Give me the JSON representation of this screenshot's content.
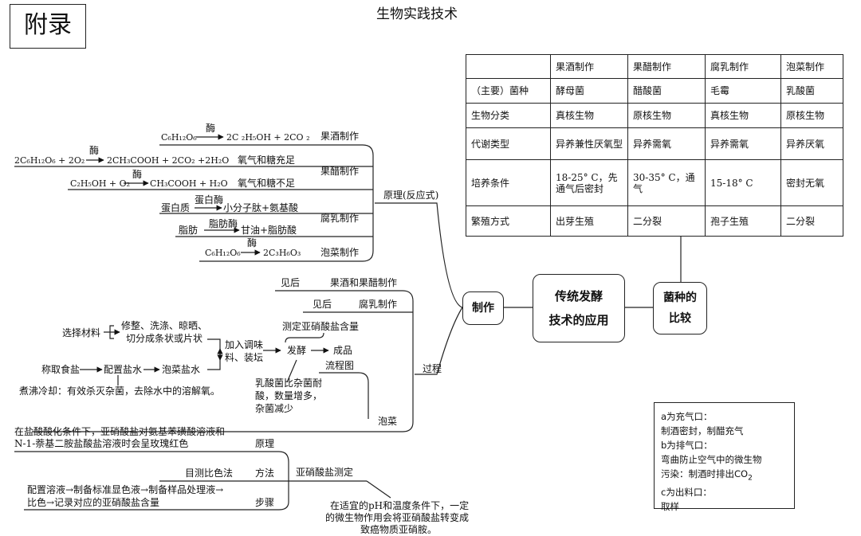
{
  "header": {
    "appendix_label": "附录",
    "title": "生物实践技术"
  },
  "nodes": {
    "center": [
      "传统发酵",
      "技术的应用"
    ],
    "making": "制作",
    "strain_compare": [
      "菌种的",
      "比较"
    ],
    "principle": "原理(反应式)",
    "process": "过程",
    "pickle": "泡菜",
    "nitrite_test": "亚硝酸盐测定"
  },
  "table": {
    "headers": [
      "",
      "果酒制作",
      "果醋制作",
      "腐乳制作",
      "泡菜制作"
    ],
    "rows": [
      [
        "（主要）菌种",
        "酵母菌",
        "醋酸菌",
        "毛霉",
        "乳酸菌"
      ],
      [
        "生物分类",
        "真核生物",
        "原核生物",
        "真核生物",
        "原核生物"
      ],
      [
        "代谢类型",
        "异养兼性厌氧型",
        "异养需氧",
        "异养需氧",
        "异养厌氧"
      ],
      [
        "培养条件",
        "18-25° C，先通气后密封",
        "30-35° C，通气",
        "15-18° C",
        "密封无氧"
      ],
      [
        "繁殖方式",
        "出芽生殖",
        "二分裂",
        "孢子生殖",
        "二分裂"
      ]
    ]
  },
  "reactions": {
    "r1": {
      "left": "C₆H₁₂O₆",
      "enzyme": "酶",
      "right": "2C ₂H₅OH + 2CO ₂",
      "label": "果酒制作"
    },
    "r2": {
      "left": "2C₆H₁₂O₆ + 2O₂",
      "enzyme": "酶",
      "right": "2CH₃COOH + 2CO₂ +2H₂O",
      "cond": "氧气和糖充足"
    },
    "r3": {
      "left": "C₂H₅OH + O₂",
      "enzyme": "酶",
      "right": "CH₃COOH + H₂O",
      "cond": "氧气和糖不足"
    },
    "vinegar_label": "果醋制作",
    "r4": {
      "left": "蛋白质",
      "enzyme": "蛋白酶",
      "right": "小分子肽+氨基酸"
    },
    "r5": {
      "left": "脂肪",
      "enzyme": "脂肪酶",
      "right": "甘油+脂肪酸"
    },
    "furu_label": "腐乳制作",
    "r6": {
      "left": "C₆H₁₂O₆",
      "enzyme": "酶",
      "right": "2C₃H₆O₃",
      "label": "泡菜制作"
    }
  },
  "process": {
    "see1_prefix": "见后",
    "see1": "果酒和果醋制作",
    "see2_prefix": "见后",
    "see2": "腐乳制作",
    "select": "选择材料",
    "prep_lines": [
      "修整、洗涤、晾晒、",
      "切分成条状或片状"
    ],
    "weigh": "称取食盐",
    "brine_make": "配置盐水",
    "brine": "泡菜盐水",
    "boil_note": "煮沸冷却：有效杀灭杂菌，去除水中的溶解氧。",
    "add_lines": [
      "加入调味",
      "料、装坛"
    ],
    "measure": "测定亚硝酸盐含量",
    "ferment": "发酵",
    "product": "成品",
    "flow": "流程图",
    "lactic_lines": [
      "乳酸菌比杂菌耐",
      "酸，数量增多，",
      "杂菌减少"
    ]
  },
  "nitrite": {
    "principle_lines": [
      "在盐酸酸化条件下，亚硝酸盐对氨基苯磺酸溶液和",
      "N-1-萘基二胺盐酸盐溶液时会呈玫瑰红色"
    ],
    "principle_label": "原理",
    "method_text": "目测比色法",
    "method_label": "方法",
    "steps_lines": [
      "配置溶液→制备标准显色液→制备样品处理液→",
      "比色→记录对应的亚硝酸盐含量"
    ],
    "steps_label": "步骤",
    "note_lines": [
      "在适宜的pH和温度条件下，一定",
      "的微生物作用会将亚硝酸盐转变成",
      "致癌物质亚硝胺。"
    ]
  },
  "legend": {
    "lines": [
      "a为充气口：",
      "制酒密封，制醋充气",
      "b为排气口：",
      "弯曲防止空气中的微生物",
      "污染：制酒时排出CO",
      "c为出料口：",
      "取样"
    ],
    "co2_sub": "2"
  }
}
